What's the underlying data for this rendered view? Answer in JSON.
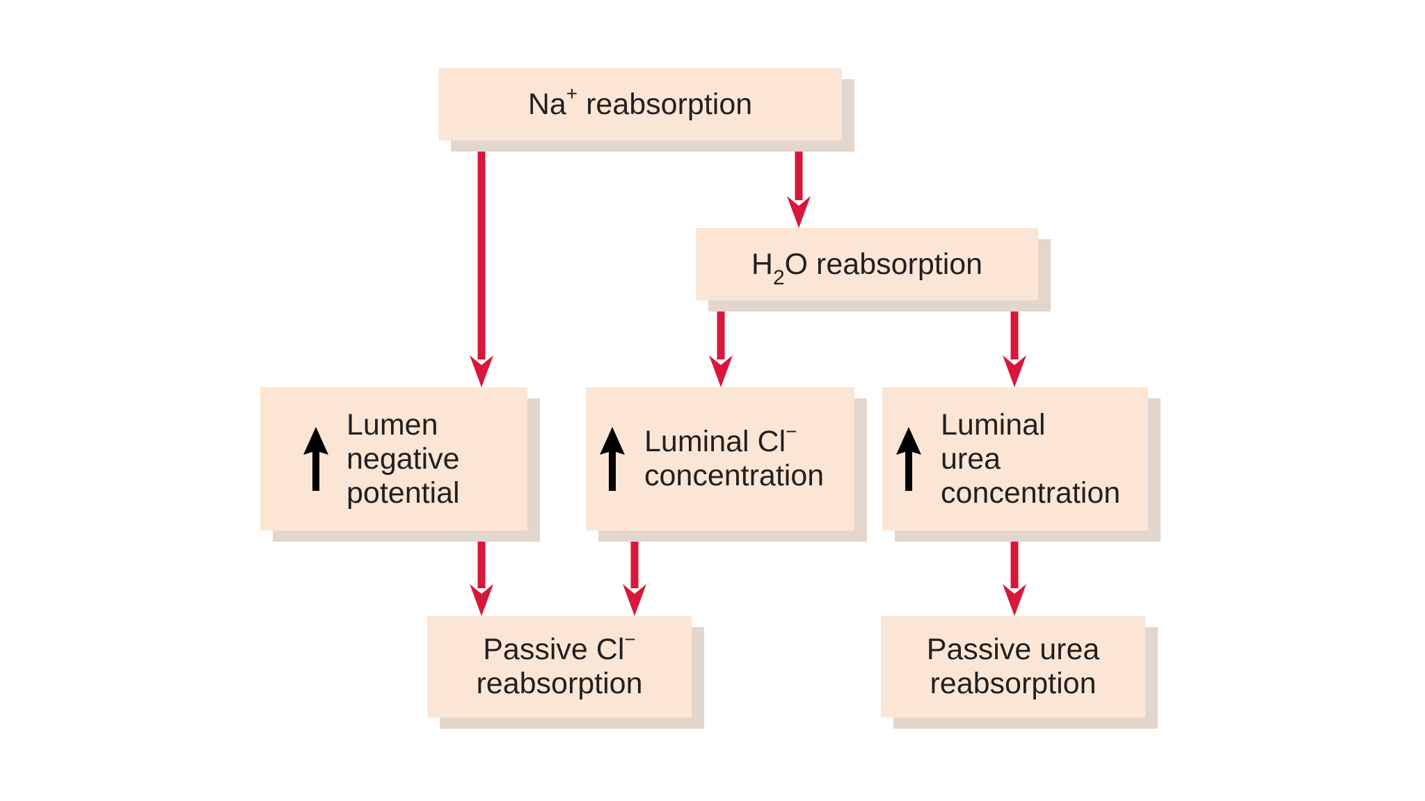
{
  "colors": {
    "box_fill": "#fbe6d5",
    "box_shadow": "#e3d6cc",
    "arrow": "#d8173b",
    "text": "#231f20",
    "up_arrow": "#000000"
  },
  "nodes": {
    "na": {
      "main": "Na",
      "sup": "+",
      "rest": " reabsorption"
    },
    "h2o": {
      "pre": "H",
      "sub": "2",
      "rest": "O reabsorption"
    },
    "lumen": {
      "icon": "up-arrow-icon",
      "line1": "Lumen",
      "line2": "negative",
      "line3": "potential"
    },
    "luminal_cl": {
      "icon": "up-arrow-icon",
      "line1_main": "Luminal Cl",
      "line1_sup": "−",
      "line2": "concentration"
    },
    "luminal_urea": {
      "icon": "up-arrow-icon",
      "line1": "Luminal",
      "line2": "urea",
      "line3": "concentration"
    },
    "passive_cl": {
      "line1_main": "Passive Cl",
      "line1_sup": "−",
      "line2": "reabsorption"
    },
    "passive_urea": {
      "line1": "Passive urea",
      "line2": "reabsorption"
    }
  },
  "edges": [
    {
      "from": "na",
      "to": "lumen"
    },
    {
      "from": "na",
      "to": "h2o"
    },
    {
      "from": "h2o",
      "to": "luminal_cl"
    },
    {
      "from": "h2o",
      "to": "luminal_urea"
    },
    {
      "from": "lumen",
      "to": "passive_cl"
    },
    {
      "from": "luminal_cl",
      "to": "passive_cl"
    },
    {
      "from": "luminal_urea",
      "to": "passive_urea"
    }
  ]
}
